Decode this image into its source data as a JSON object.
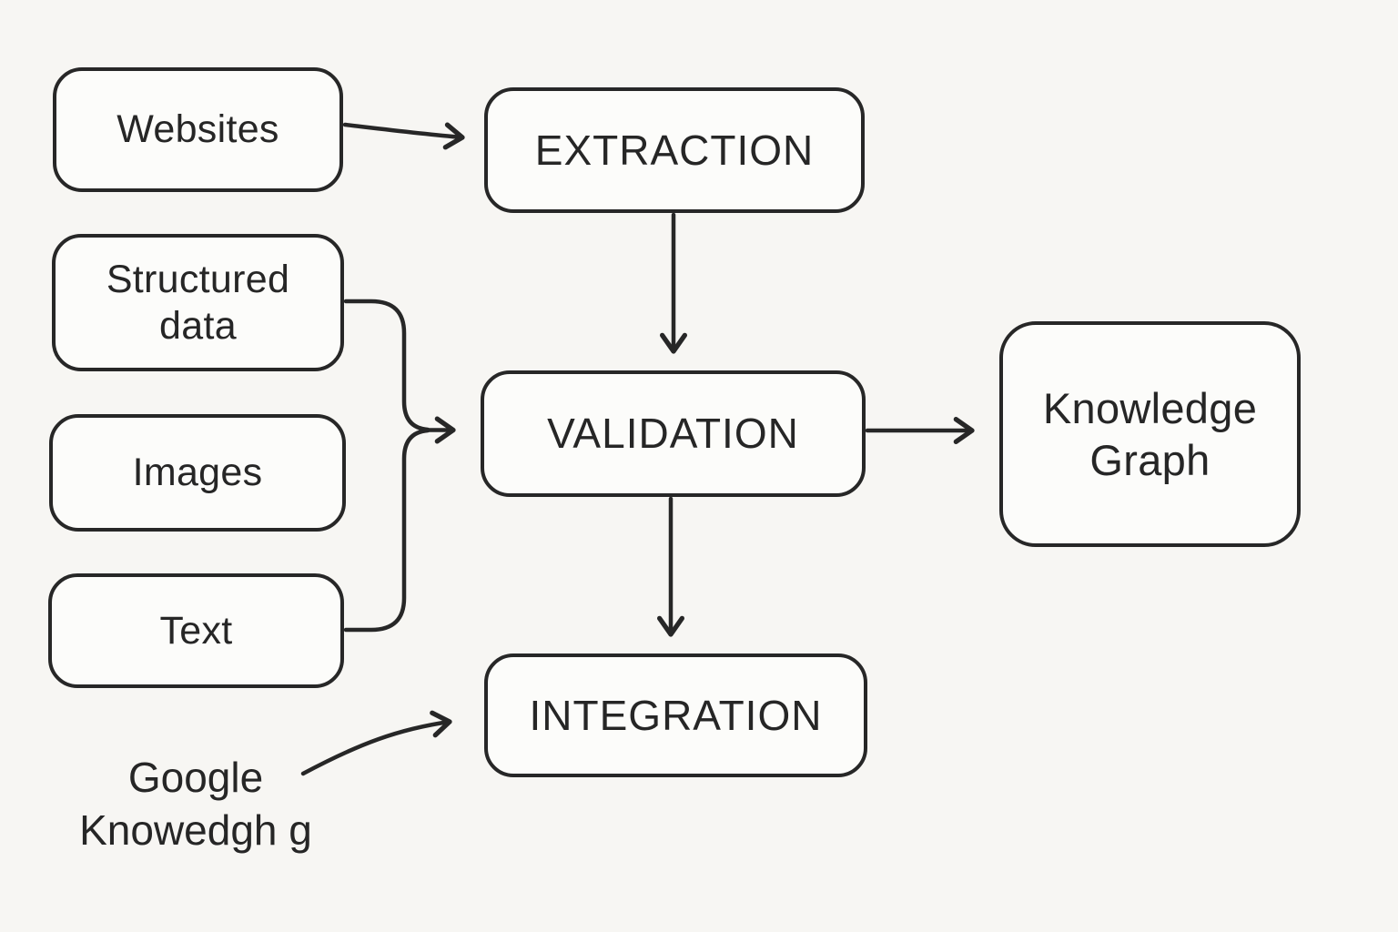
{
  "diagram": {
    "title": "Knowledge Graph construction pipeline flowchart",
    "background_color": "#f7f6f3",
    "stroke_color": "#272727",
    "text_color": "#262626",
    "nodes": {
      "websites": {
        "label": "Websites"
      },
      "structured_data": {
        "label": "Structured data"
      },
      "images": {
        "label": "Images"
      },
      "text": {
        "label": "Text"
      },
      "extraction": {
        "label": "EXTRACTION"
      },
      "validation": {
        "label": "VALIDATION"
      },
      "integration": {
        "label": "INTEGRATION"
      },
      "knowledge_graph": {
        "label": "Knowledge Graph"
      },
      "google_knowledge": {
        "line1": "Google",
        "line2": "Knowedgh g"
      }
    },
    "edges": [
      {
        "from": "websites",
        "to": "extraction"
      },
      {
        "from": "extraction",
        "to": "validation"
      },
      {
        "from": "structured_data",
        "to": "validation",
        "via": "merge-brace"
      },
      {
        "from": "text",
        "to": "validation",
        "via": "merge-brace"
      },
      {
        "from": "validation",
        "to": "knowledge_graph"
      },
      {
        "from": "validation",
        "to": "integration"
      },
      {
        "from": "google_knowledge",
        "to": "integration"
      }
    ]
  }
}
